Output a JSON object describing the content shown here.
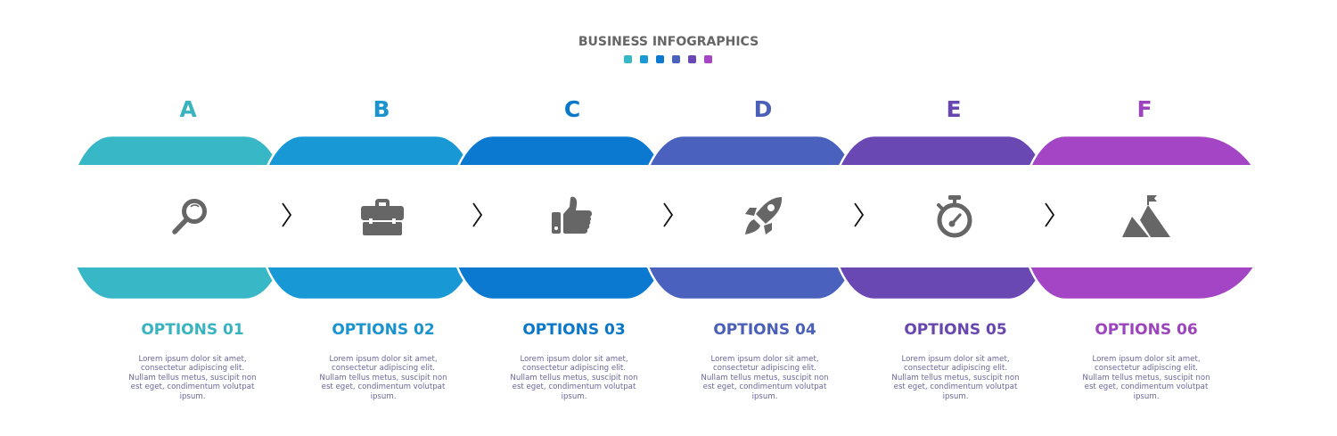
{
  "header": {
    "title": "BUSINESS INFOGRAPHICS",
    "dots": [
      "#38b8c6",
      "#1898d4",
      "#0b79cf",
      "#4a62bd",
      "#6a48b4",
      "#a345c4"
    ]
  },
  "steps": [
    {
      "letter": "A",
      "color": "#38b8c6",
      "title_color": "#38b3c0",
      "icon": "magnifier-icon",
      "title": "OPTIONS 01",
      "desc": [
        "Lorem ipsum dolor sit amet,",
        "consectetur adipiscing elit.",
        "Nullam tellus metus, suscipit non",
        "est eget, condimentum volutpat",
        "ipsum."
      ]
    },
    {
      "letter": "B",
      "color": "#1898d4",
      "title_color": "#1a93cf",
      "icon": "briefcase-icon",
      "title": "OPTIONS 02",
      "desc": [
        "Lorem ipsum dolor sit amet,",
        "consectetur adipiscing elit.",
        "Nullam tellus metus, suscipit non",
        "est eget, condimentum volutpat",
        "ipsum."
      ]
    },
    {
      "letter": "C",
      "color": "#0b79cf",
      "title_color": "#0b77c8",
      "icon": "thumbs-up-icon",
      "title": "OPTIONS 03",
      "desc": [
        "Lorem ipsum dolor sit amet,",
        "consectetur adipiscing elit.",
        "Nullam tellus metus, suscipit non",
        "est eget, condimentum volutpat",
        "ipsum."
      ]
    },
    {
      "letter": "D",
      "color": "#4a62bd",
      "title_color": "#4a5fb7",
      "icon": "rocket-icon",
      "title": "OPTIONS 04",
      "desc": [
        "Lorem ipsum dolor sit amet,",
        "consectetur adipiscing elit.",
        "Nullam tellus metus, suscipit non",
        "est eget, condimentum volutpat",
        "ipsum."
      ]
    },
    {
      "letter": "E",
      "color": "#6a48b4",
      "title_color": "#6846b0",
      "icon": "stopwatch-icon",
      "title": "OPTIONS 05",
      "desc": [
        "Lorem ipsum dolor sit amet,",
        "consectetur adipiscing elit.",
        "Nullam tellus metus, suscipit non",
        "est eget, condimentum volutpat",
        "ipsum."
      ]
    },
    {
      "letter": "F",
      "color": "#a345c4",
      "title_color": "#9c44bd",
      "icon": "mountain-flag-icon",
      "title": "OPTIONS 06",
      "desc": [
        "Lorem ipsum dolor sit amet,",
        "consectetur adipiscing elit.",
        "Nullam tellus metus, suscipit non",
        "est eget, condimentum volutpat",
        "ipsum."
      ]
    }
  ],
  "icon_color": "#666666",
  "chevron_color": "#111111"
}
